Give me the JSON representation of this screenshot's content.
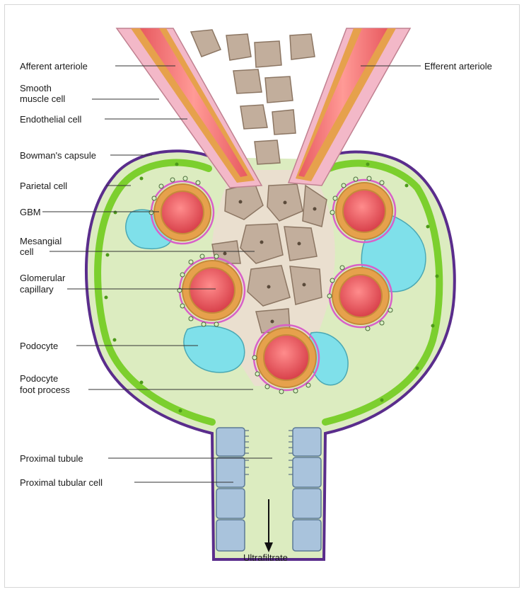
{
  "labels": {
    "afferent": "Afferent arteriole",
    "smooth_1": "Smooth",
    "smooth_2": "muscle cell",
    "endothelial": "Endothelial cell",
    "bowman": "Bowman's capsule",
    "parietal": "Parietal cell",
    "gbm": "GBM",
    "mesangial_1": "Mesangial",
    "mesangial_2": "cell",
    "glomerular_1": "Glomerular",
    "glomerular_2": "capillary",
    "podocyte": "Podocyte",
    "foot_1": "Podocyte",
    "foot_2": "foot process",
    "prox_tubule": "Proximal tubule",
    "prox_cell": "Proximal tubular cell",
    "efferent": "Efferent arteriole",
    "ultrafiltrate": "Ultrafiltrate"
  },
  "colors": {
    "capsule_outline": "#5a2d8c",
    "parietal_cell": "#7ccf2e",
    "filtrate": "#d8ebb8",
    "mesangium": "#eadfcf",
    "mesangial_cell": "#c2ae9c",
    "podocyte": "#7fe0ea",
    "capillary_lumen": "#e0505a",
    "capillary_wall": "#e0a85a",
    "smooth_muscle": "#f3b8c8",
    "tubule_cell": "#a9c3dc"
  }
}
